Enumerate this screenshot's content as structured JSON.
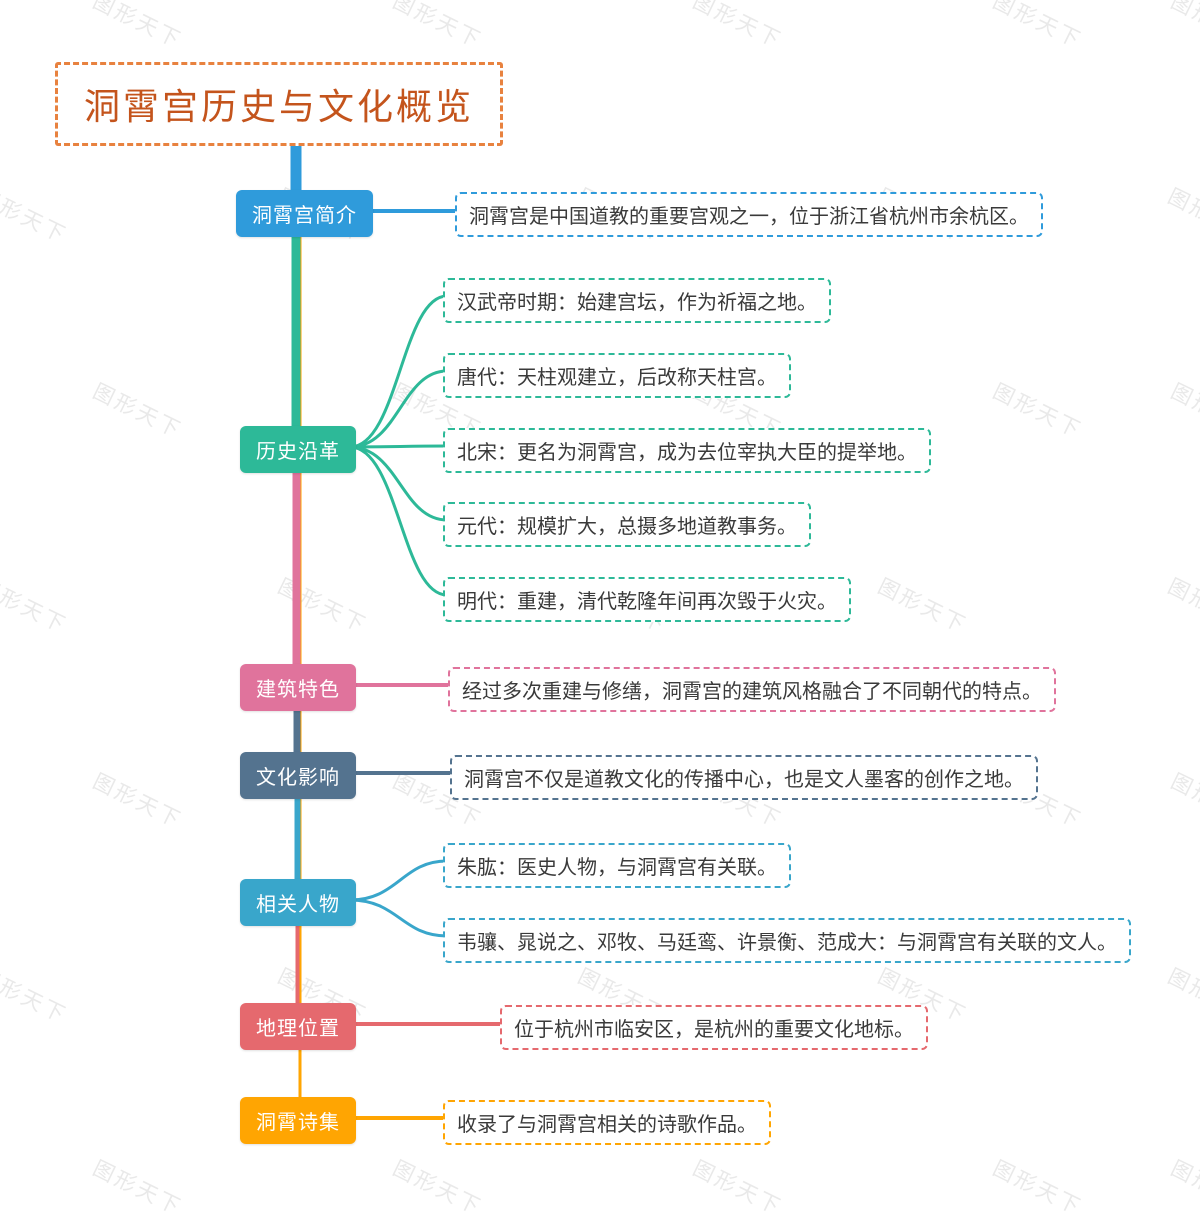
{
  "watermark": {
    "text": "图形天下"
  },
  "title": {
    "text": "洞霄宫历史与文化概览",
    "color": "#c4541c",
    "border_color": "#e8823f"
  },
  "branches": [
    {
      "label": "洞霄宫简介",
      "color": "#2f9bdb",
      "details": [
        "洞霄宫是中国道教的重要宫观之一，位于浙江省杭州市余杭区。"
      ]
    },
    {
      "label": "历史沿革",
      "color": "#2db998",
      "details": [
        "汉武帝时期：始建宫坛，作为祈福之地。",
        "唐代：天柱观建立，后改称天柱宫。",
        "北宋：更名为洞霄宫，成为去位宰执大臣的提举地。",
        "元代：规模扩大，总摄多地道教事务。",
        "明代：重建，清代乾隆年间再次毁于火灾。"
      ]
    },
    {
      "label": "建筑特色",
      "color": "#e0739c",
      "details": [
        "经过多次重建与修缮，洞霄宫的建筑风格融合了不同朝代的特点。"
      ]
    },
    {
      "label": "文化影响",
      "color": "#54738f",
      "details": [
        "洞霄宫不仅是道教文化的传播中心，也是文人墨客的创作之地。"
      ]
    },
    {
      "label": "相关人物",
      "color": "#39a6cb",
      "details": [
        "朱肱：医史人物，与洞霄宫有关联。",
        "韦骧、晁说之、邓牧、马廷鸾、许景衡、范成大：与洞霄宫有关联的文人。"
      ]
    },
    {
      "label": "地理位置",
      "color": "#e5696e",
      "details": [
        "位于杭州市临安区，是杭州的重要文化地标。"
      ]
    },
    {
      "label": "洞霄诗集",
      "color": "#ffa502",
      "details": [
        "收录了与洞霄宫相关的诗歌作品。"
      ]
    }
  ]
}
